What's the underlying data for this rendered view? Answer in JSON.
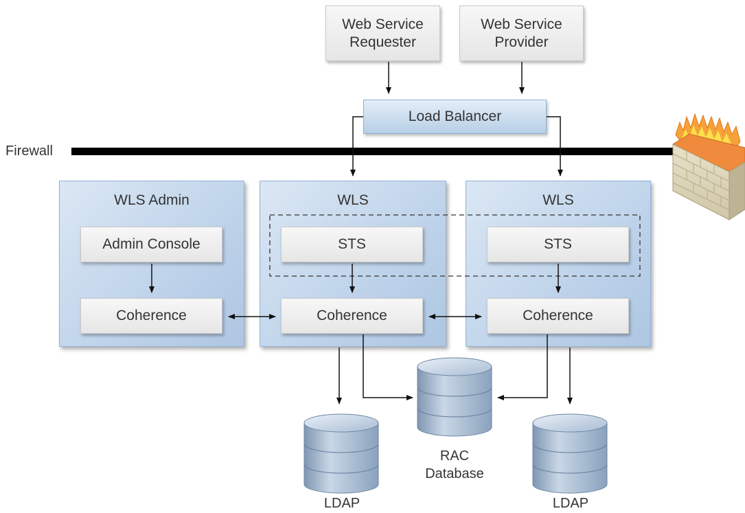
{
  "requester": {
    "line1": "Web Service",
    "line2": "Requester"
  },
  "provider": {
    "line1": "Web Service",
    "line2": "Provider"
  },
  "load_balancer": "Load Balancer",
  "firewall": "Firewall",
  "admin_panel": {
    "title": "WLS Admin",
    "console": "Admin Console",
    "coherence": "Coherence"
  },
  "wls1": {
    "title": "WLS",
    "sts": "STS",
    "coherence": "Coherence"
  },
  "wls2": {
    "title": "WLS",
    "sts": "STS",
    "coherence": "Coherence"
  },
  "ldap_left": "LDAP",
  "ldap_right": "LDAP",
  "rac": {
    "line1": "RAC",
    "line2": "Database"
  },
  "colors": {
    "panel": "#bed3ea",
    "box": "#eeeeee",
    "db": "#9eb4cc"
  }
}
